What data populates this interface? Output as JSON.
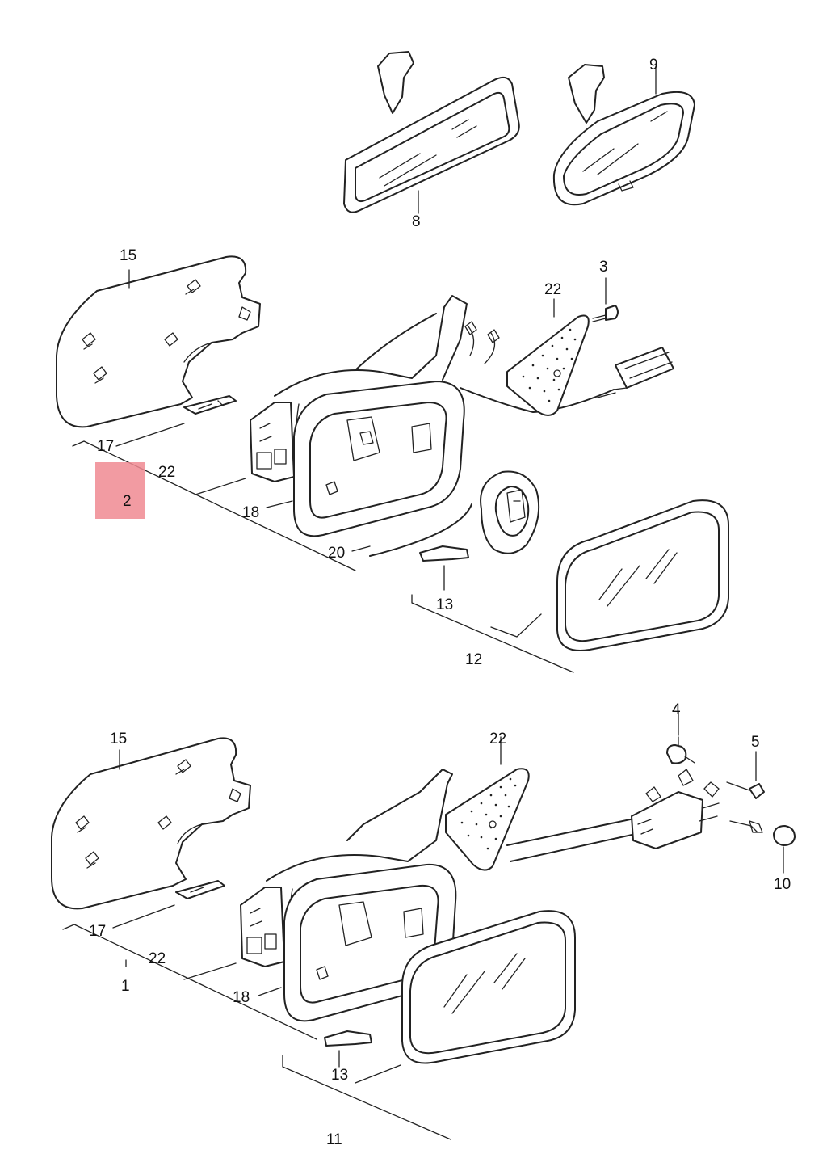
{
  "callouts": {
    "c8": "8",
    "c9": "9",
    "c15a": "15",
    "c3": "3",
    "c22a": "22",
    "c17a": "17",
    "c2": "2",
    "c22b": "22",
    "c18a": "18",
    "c20": "20",
    "c13a": "13",
    "c12": "12",
    "c4": "4",
    "c5": "5",
    "c15b": "15",
    "c22c": "22",
    "c10": "10",
    "c17b": "17",
    "c22d": "22",
    "c1": "1",
    "c18b": "18",
    "c13b": "13",
    "c11": "11"
  },
  "highlight": {
    "part": "2",
    "color": "#f08a92"
  }
}
